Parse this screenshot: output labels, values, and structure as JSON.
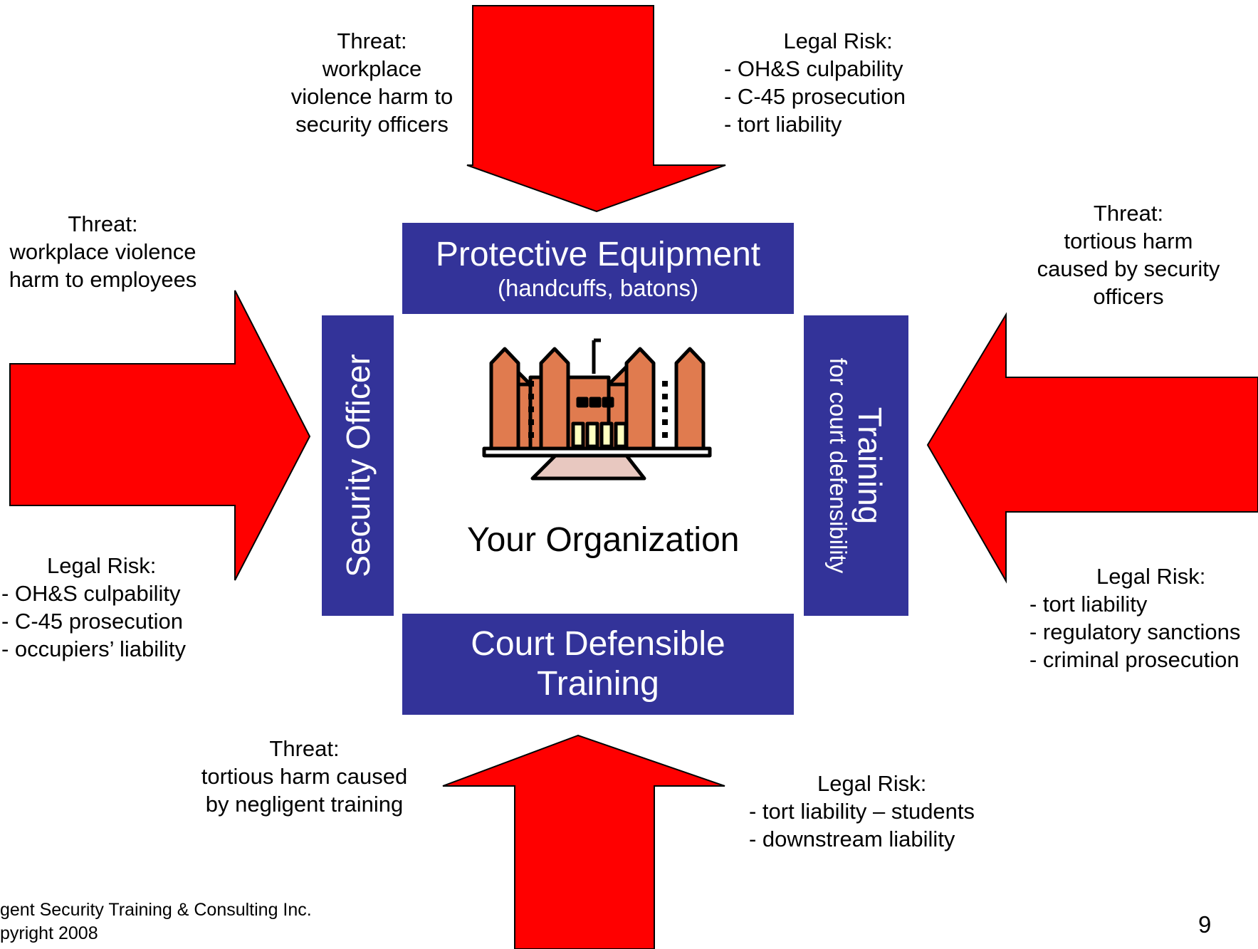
{
  "colors": {
    "arrow_fill": "#ff0000",
    "box_fill": "#333399",
    "building_orange": "#e07b4f",
    "building_window": "#ffffc0",
    "building_steps": "#e8c8c0"
  },
  "top": {
    "threat_title": "Threat:",
    "threat_lines": [
      "workplace",
      "violence harm to",
      "security officers"
    ],
    "risk_title": "Legal Risk:",
    "risk_lines": [
      "- OH&S culpability",
      "- C-45 prosecution",
      "- tort liability"
    ]
  },
  "left": {
    "threat_title": "Threat:",
    "threat_lines": [
      "workplace violence",
      "harm to employees"
    ],
    "risk_title": "Legal Risk:",
    "risk_lines": [
      "- OH&S culpability",
      "- C-45 prosecution",
      "- occupiers’ liability"
    ]
  },
  "right": {
    "threat_title": "Threat:",
    "threat_lines": [
      "tortious harm",
      "caused by security",
      "officers"
    ],
    "risk_title": "Legal Risk:",
    "risk_lines": [
      "- tort liability",
      "- regulatory sanctions",
      "- criminal prosecution"
    ]
  },
  "bottom": {
    "threat_title": "Threat:",
    "threat_lines": [
      "tortious harm caused",
      "by negligent training"
    ],
    "risk_title": "Legal Risk:",
    "risk_lines": [
      "- tort liability – students",
      "- downstream liability"
    ]
  },
  "boxes": {
    "top": {
      "title": "Protective Equipment",
      "subtitle": "(handcuffs, batons)"
    },
    "bottom": {
      "title_line1": "Court Defensible",
      "title_line2": "Training"
    },
    "left": {
      "title": "Security Officer"
    },
    "right": {
      "title": "Training",
      "subtitle": "for court defensibility"
    }
  },
  "center": {
    "label": "Your Organization",
    "icon": "building-icon"
  },
  "footer": {
    "line1": "gent Security Training & Consulting Inc.",
    "line2": "pyright  2008"
  },
  "page_number": "9"
}
